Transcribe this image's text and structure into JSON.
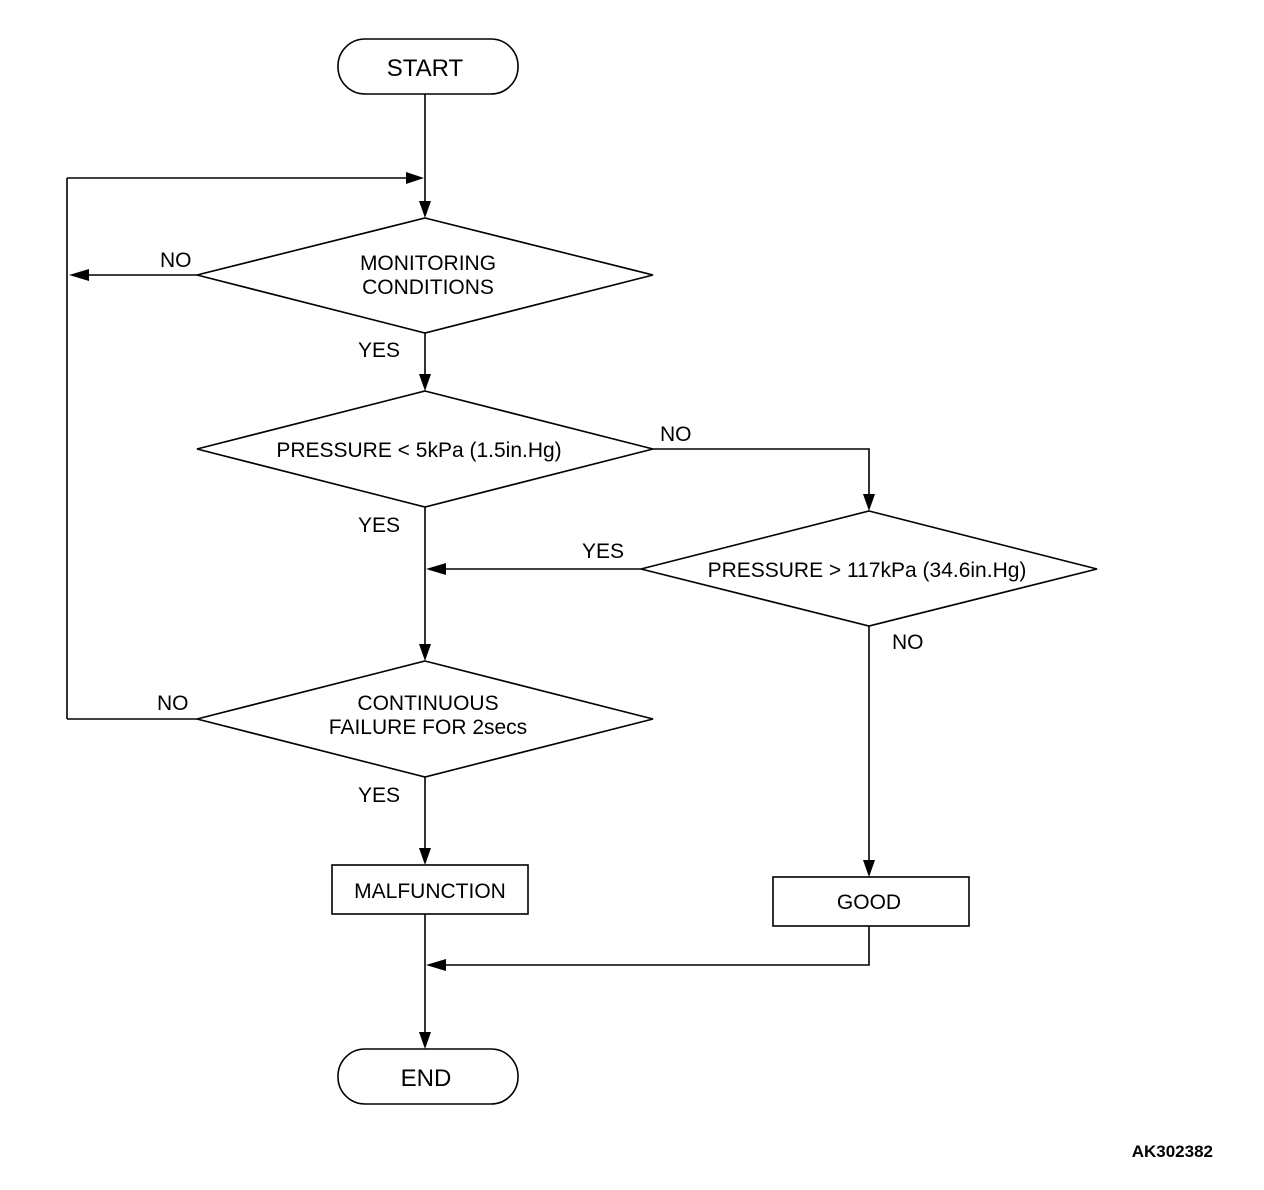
{
  "flowchart": {
    "start_label": "START",
    "end_label": "END",
    "decision_monitoring": {
      "line1": "MONITORING",
      "line2": "CONDITIONS"
    },
    "decision_low_pressure": {
      "text": "PRESSURE < 5kPa (1.5in.Hg)"
    },
    "decision_high_pressure": {
      "text": "PRESSURE > 117kPa (34.6in.Hg)"
    },
    "decision_continuous": {
      "line1": "CONTINUOUS",
      "line2": "FAILURE FOR 2secs"
    },
    "process_malfunction": "MALFUNCTION",
    "process_good": "GOOD",
    "edge_labels": {
      "monitoring_no": "NO",
      "monitoring_yes": "YES",
      "low_pressure_no": "NO",
      "low_pressure_yes": "YES",
      "high_pressure_yes": "YES",
      "high_pressure_no": "NO",
      "continuous_no": "NO",
      "continuous_yes": "YES"
    },
    "figure_code": "AK302382"
  }
}
